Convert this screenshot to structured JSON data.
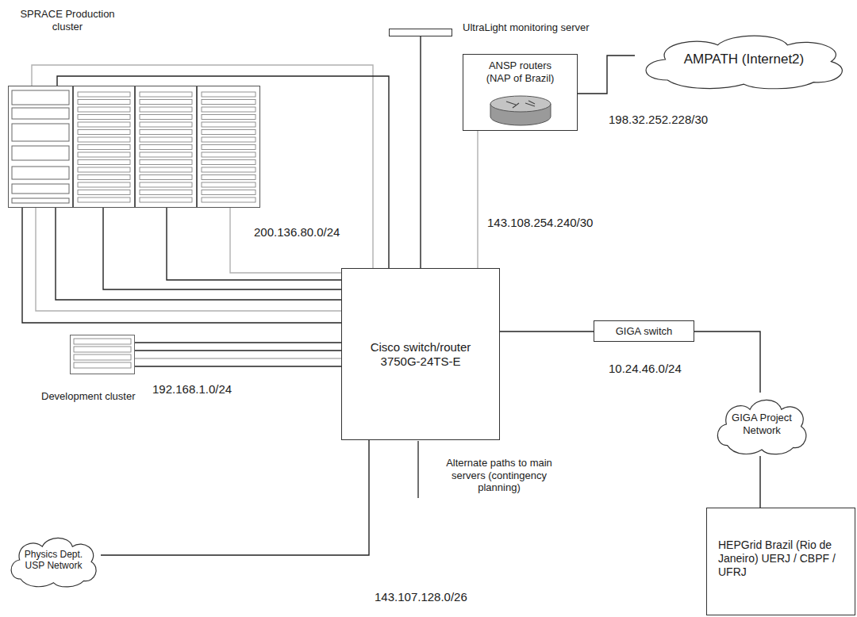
{
  "diagram": {
    "nodes": [
      {
        "text": [
          "SPRACE Production cluster"
        ]
      },
      {
        "text": [
          "UltraLight monitoring server"
        ]
      },
      {
        "text": [
          "ANSP routers (NAP of Brazil)"
        ]
      },
      {
        "text": [
          "AMPATH (Internet2)"
        ]
      },
      {
        "text": [
          "Cisco switch/router 3750G-24TS-E"
        ]
      },
      {
        "text": [
          "Development cluster"
        ]
      },
      {
        "text": [
          "GIGA switch"
        ]
      },
      {
        "text": [
          "GIGA Project Network"
        ]
      },
      {
        "text": [
          "Physics Dept. USP Network"
        ]
      },
      {
        "text": [
          "HEPGrid Brazil (Rio de Janeiro) UERJ / CBPF / UFRJ"
        ]
      }
    ],
    "edges": [
      {
        "from": 0,
        "to": 4,
        "arrow": "none"
      },
      {
        "from": 0,
        "to": 4,
        "arrow": "none"
      },
      {
        "from": 0,
        "to": 4,
        "arrow": "none"
      },
      {
        "from": 0,
        "to": 4,
        "arrow": "none"
      },
      {
        "from": 0,
        "to": 4,
        "arrow": "none"
      },
      {
        "from": 0,
        "to": 4,
        "arrow": "none"
      },
      {
        "from": 0,
        "to": 4,
        "arrow": "none"
      },
      {
        "from": 0,
        "to": 4,
        "arrow": "none"
      },
      {
        "from": 5,
        "to": 4,
        "arrow": "none"
      },
      {
        "from": 5,
        "to": 4,
        "arrow": "none"
      },
      {
        "from": 5,
        "to": 4,
        "arrow": "none"
      },
      {
        "from": 5,
        "to": 4,
        "arrow": "none"
      },
      {
        "from": 1,
        "to": 4,
        "arrow": "none"
      },
      {
        "from": 2,
        "to": 4,
        "arrow": "none"
      },
      {
        "from": 2,
        "to": 3,
        "arrow": "none"
      },
      {
        "from": 4,
        "to": 6,
        "arrow": "none"
      },
      {
        "from": 6,
        "to": 7,
        "arrow": "none"
      },
      {
        "from": 7,
        "to": 9,
        "arrow": "none"
      },
      {
        "from": 4,
        "to": 8,
        "arrow": "none"
      }
    ],
    "labels": [
      "200.136.80.0/24",
      "143.108.254.240/30",
      "198.32.252.228/30",
      "192.168.1.0/24",
      "10.24.46.0/24",
      "143.107.128.0/26",
      "Alternate paths to main servers (contingency planning)"
    ]
  }
}
